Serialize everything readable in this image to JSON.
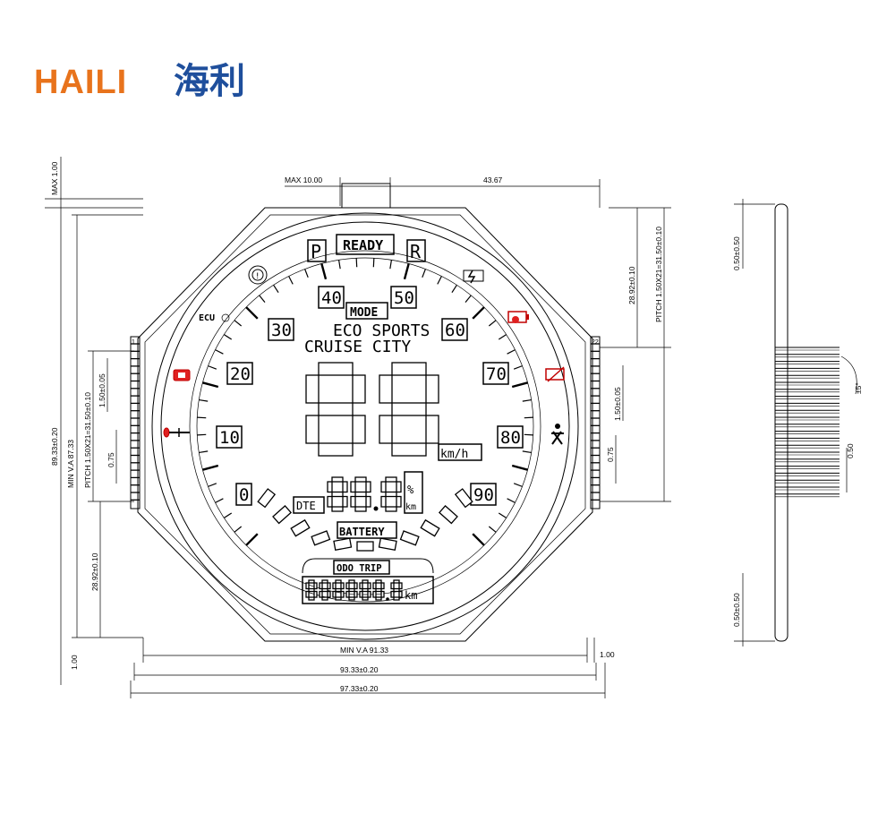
{
  "logo": {
    "latin": "HAILI",
    "chinese": "海利"
  },
  "gear": {
    "p": "P",
    "ready": "READY",
    "r": "R"
  },
  "mode": {
    "label": "MODE",
    "line1": "ECO  SPORTS",
    "line2": "CRUISE  CITY"
  },
  "labels": {
    "ecu": "ECU",
    "unit_speed": "km/h",
    "dte": "DTE",
    "battery": "BATTERY",
    "odo_trip": "ODO TRIP",
    "odo_unit": "km",
    "percent": "%",
    "km_small": "km"
  },
  "speed_ticks": [
    "0",
    "10",
    "20",
    "30",
    "40",
    "50",
    "60",
    "70",
    "80",
    "90"
  ],
  "readouts": {
    "speed": "88",
    "dte": "88.8",
    "odo": "888888.8"
  },
  "dimensions": {
    "max_1": "MAX 1.00",
    "max_10": "MAX 10.00",
    "d_43_67": "43.67",
    "pitch_right": "PITCH 1.50X21=31.50±0.10",
    "d_28_92_right": "28.92±0.10",
    "d_1_50_right": "1.50±0.05",
    "d_0_75_right": "0.75",
    "d_89_33": "89.33±0.20",
    "d_87_33": "MIN V.A 87.33",
    "pitch_left": "PITCH 1.50X21=31.50±0.10",
    "d_1_50_left": "1.50±0.05",
    "d_0_75_left": "0.75",
    "d_28_92_left": "28.92±0.10",
    "d_1_00_left": "1.00",
    "d_91_33": "MIN V.A 91.33",
    "d_1_00_right": "1.00",
    "d_93_33": "93.33±0.20",
    "d_97_33": "97.33±0.20",
    "side_0_50_top": "0.50±0.50",
    "side_0_50_bottom": "0.50±0.50",
    "side_0_50_mid": "0.50",
    "side_angle": "±5°",
    "pin_1": "1",
    "pin_22": "22"
  },
  "colors": {
    "logo_orange": "#e8731c",
    "logo_blue": "#1f4f9c",
    "warning_red": "#e02020"
  },
  "icons": [
    "parking-brake-icon",
    "ecu-icon",
    "motor-fault-icon",
    "thermometer-icon",
    "charging-battery-icon",
    "battery-warning-icon",
    "battery-fault-icon",
    "seatbelt-icon"
  ]
}
